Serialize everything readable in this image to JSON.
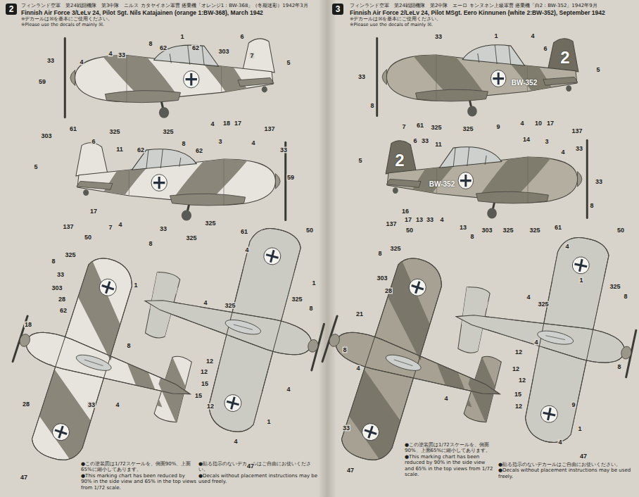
{
  "diagram": {
    "nodes": [
      {
        "text": [
          "2"
        ]
      },
      {
        "text": [
          "3"
        ]
      }
    ],
    "labels": [
      "フィンランド空軍　第24戦闘機隊　第3中隊　ニルス カタヤイネン軍曹 搭乗機「オレンジ1：BW-368」（冬期迷彩）1942年3月",
      "Finnish Air Force 3/LeLv 24, Pilot Sgt. Nils Katajainen (orange 1:BW-368), March 1942",
      "※デカールは☒を基本にご使用ください。",
      "※Please use the decals of mainly ☒.",
      "33",
      "4",
      "4",
      "33",
      "8",
      "62",
      "1",
      "62",
      "303",
      "6",
      "7",
      "5",
      "59",
      "61",
      "325",
      "325",
      "4",
      "18",
      "17",
      "137",
      "303",
      "5",
      "6",
      "11",
      "62",
      "8",
      "62",
      "3",
      "4",
      "33",
      "59",
      "137",
      "17",
      "7",
      "4",
      "33",
      "8",
      "325",
      "325",
      "61",
      "50",
      "325",
      "8",
      "33",
      "303",
      "28",
      "62",
      "18",
      "8",
      "28",
      "47",
      "1",
      "4",
      "33",
      "12",
      "12",
      "15",
      "15",
      "12",
      "4",
      "325",
      "4",
      "50",
      "1",
      "325",
      "8",
      "4",
      "1",
      "4",
      "47",
      "●この塗装図は1/72スケールを、側面90%、上面65%に縮小してあります。",
      "●This marking chart has been reduced by 90% in the side view and 65% in the top views from 1/72 scale.",
      "●貼る指示のないデカールはご自由にお使いください。",
      "●Decals without placement instructions may be used freely.",
      "フィンランド空軍　第24戦闘機隊　第2中隊　エーロ キンヌネン上級軍曹 搭乗機「白2：BW-352」1942年9月",
      "Finnish Air Force 2/LeLv 24, Pilot MSgt. Eero Kinnunen (white 2:BW-352), September 1942",
      "※デカールは☒を基本にご使用ください。",
      "※Please use the decals of mainly ☒.",
      "33",
      "8",
      "33",
      "1",
      "4",
      "6",
      "5",
      "2",
      "BW-352",
      "7",
      "61",
      "325",
      "325",
      "9",
      "4",
      "10",
      "17",
      "137",
      "6",
      "33",
      "11",
      "14",
      "3",
      "4",
      "33",
      "5",
      "2",
      "BW-352",
      "33",
      "8",
      "137",
      "16",
      "17",
      "13",
      "33",
      "4",
      "13",
      "8",
      "303",
      "325",
      "325",
      "61",
      "50",
      "325",
      "8",
      "303",
      "28",
      "21",
      "8",
      "4",
      "4",
      "325",
      "12",
      "12",
      "12",
      "15",
      "12",
      "4",
      "33",
      "47",
      "4",
      "50",
      "1",
      "325",
      "8",
      "4",
      "8",
      "9",
      "1",
      "4",
      "47",
      "●この塗装図は1/72スケールを、側面90%、上面65%に縮小してあります。",
      "●This marking chart has been reduced by 90% in the side view and 65% in the top views from 1/72 scale.",
      "●貼る指示のないデカールはご自由にお使いください。",
      "●Decals without placement instructions may be used freely."
    ]
  }
}
